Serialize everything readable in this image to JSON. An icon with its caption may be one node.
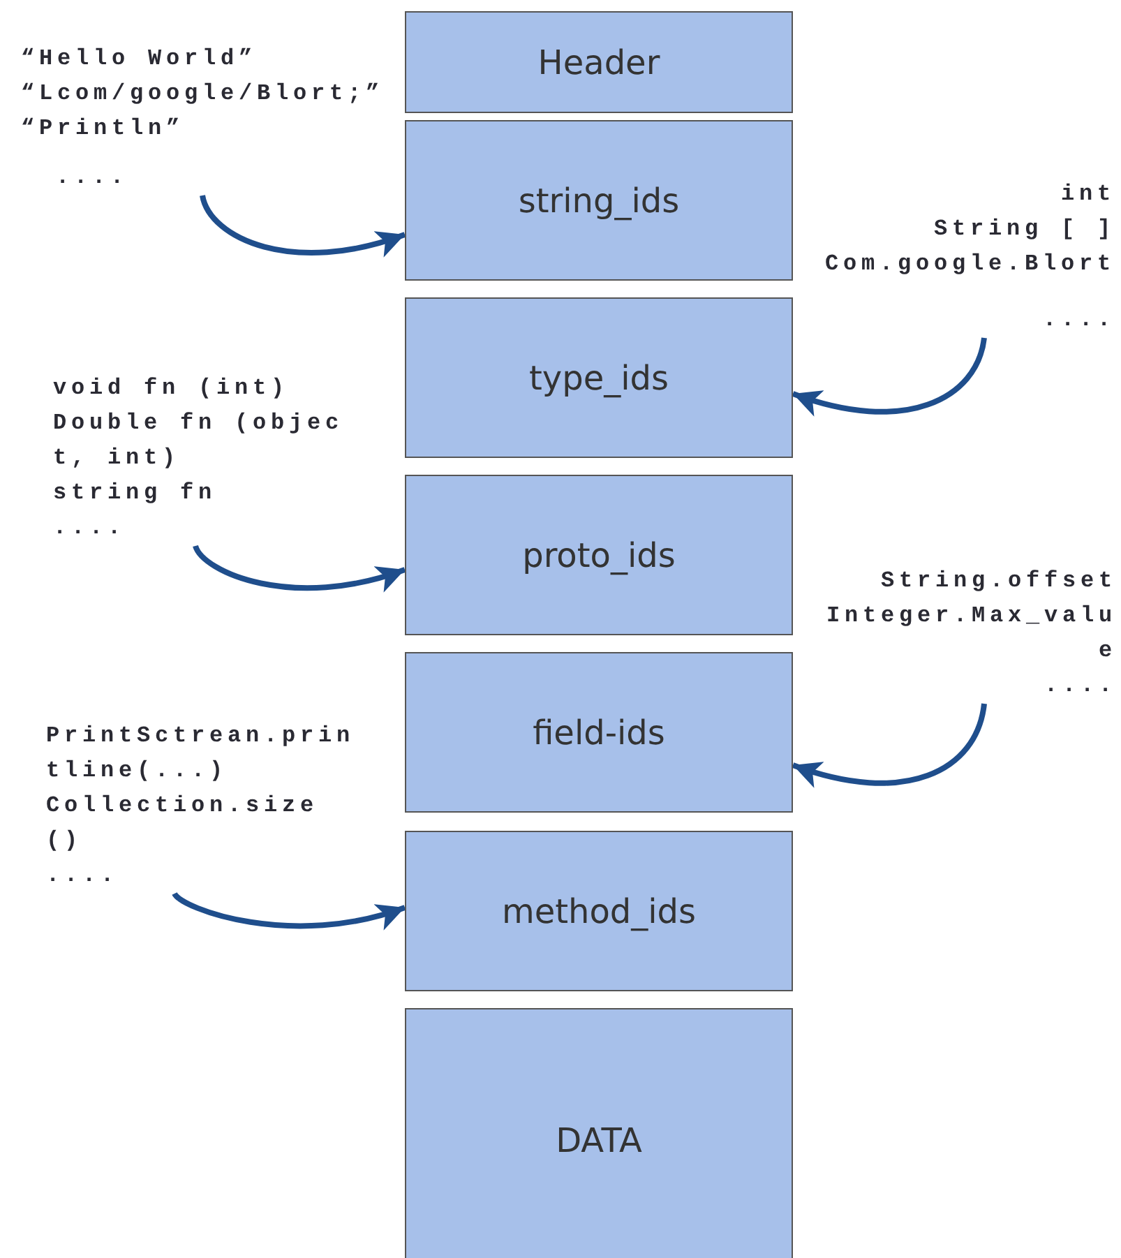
{
  "diagram": {
    "nodes": [
      {
        "text": [
          "Header"
        ]
      },
      {
        "text": [
          "string_ids"
        ]
      },
      {
        "text": [
          "type_ids"
        ]
      },
      {
        "text": [
          "proto_ids"
        ]
      },
      {
        "text": [
          "field-ids"
        ]
      },
      {
        "text": [
          "method_ids"
        ]
      },
      {
        "text": [
          "DATA"
        ]
      },
      {
        "text": [
          "“Hello World”",
          "“Lcom/google/Blort;”",
          "“Println”",
          "...."
        ]
      },
      {
        "text": [
          "int",
          "String [ ]",
          "Com.google.Blort",
          "...."
        ]
      },
      {
        "text": [
          "void fn (int)",
          "Double fn (object, int)",
          "string fn",
          "...."
        ]
      },
      {
        "text": [
          "String.offset",
          "Integer.Max_value",
          "...."
        ]
      },
      {
        "text": [
          "PrintSctrean.printline(...)",
          "Collection.size ()",
          "...."
        ]
      }
    ],
    "edges": [
      {
        "from": 7,
        "to": 1,
        "arrow": "to"
      },
      {
        "from": 8,
        "to": 2,
        "arrow": "to"
      },
      {
        "from": 9,
        "to": 3,
        "arrow": "to"
      },
      {
        "from": 10,
        "to": 4,
        "arrow": "to"
      },
      {
        "from": 11,
        "to": 5,
        "arrow": "to"
      }
    ]
  }
}
